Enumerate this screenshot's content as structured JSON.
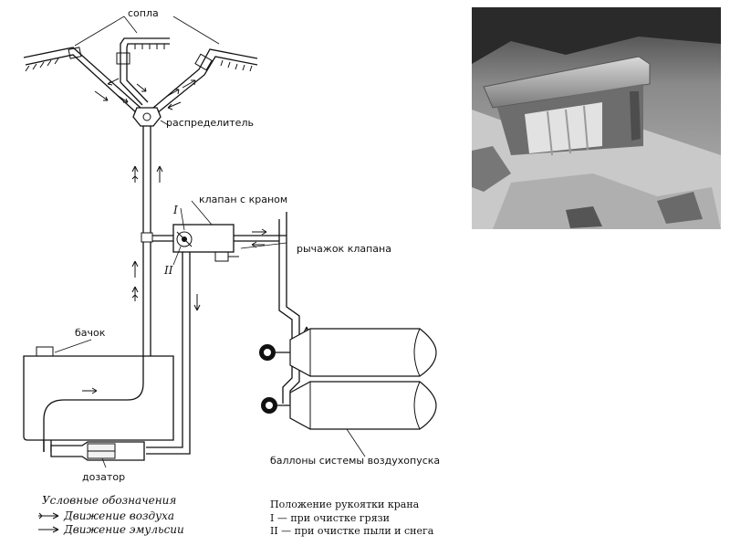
{
  "labels": {
    "nozzles": "сопла",
    "distributor": "распределитель",
    "valve_with_tap": "клапан с краном",
    "valve_lever": "рычажок клапана",
    "tank": "бачок",
    "doser": "дозатор",
    "cylinders": "баллоны системы воздухопуска",
    "position_one": "I",
    "position_two": "II"
  },
  "legend": {
    "title": "Условные обозначения",
    "items": [
      {
        "label": "Движение воздуха",
        "marker": "arrow-feathered"
      },
      {
        "label": "Движение эмульсии",
        "marker": "arrow-plain"
      }
    ]
  },
  "handle_positions": {
    "title": "Положение рукоятки крана",
    "items": [
      "I — при очистке грязи",
      "II — при очистке пыли и снега"
    ]
  },
  "photo": {
    "subject": "grayscale photo of a snow/mud covered machine part"
  }
}
